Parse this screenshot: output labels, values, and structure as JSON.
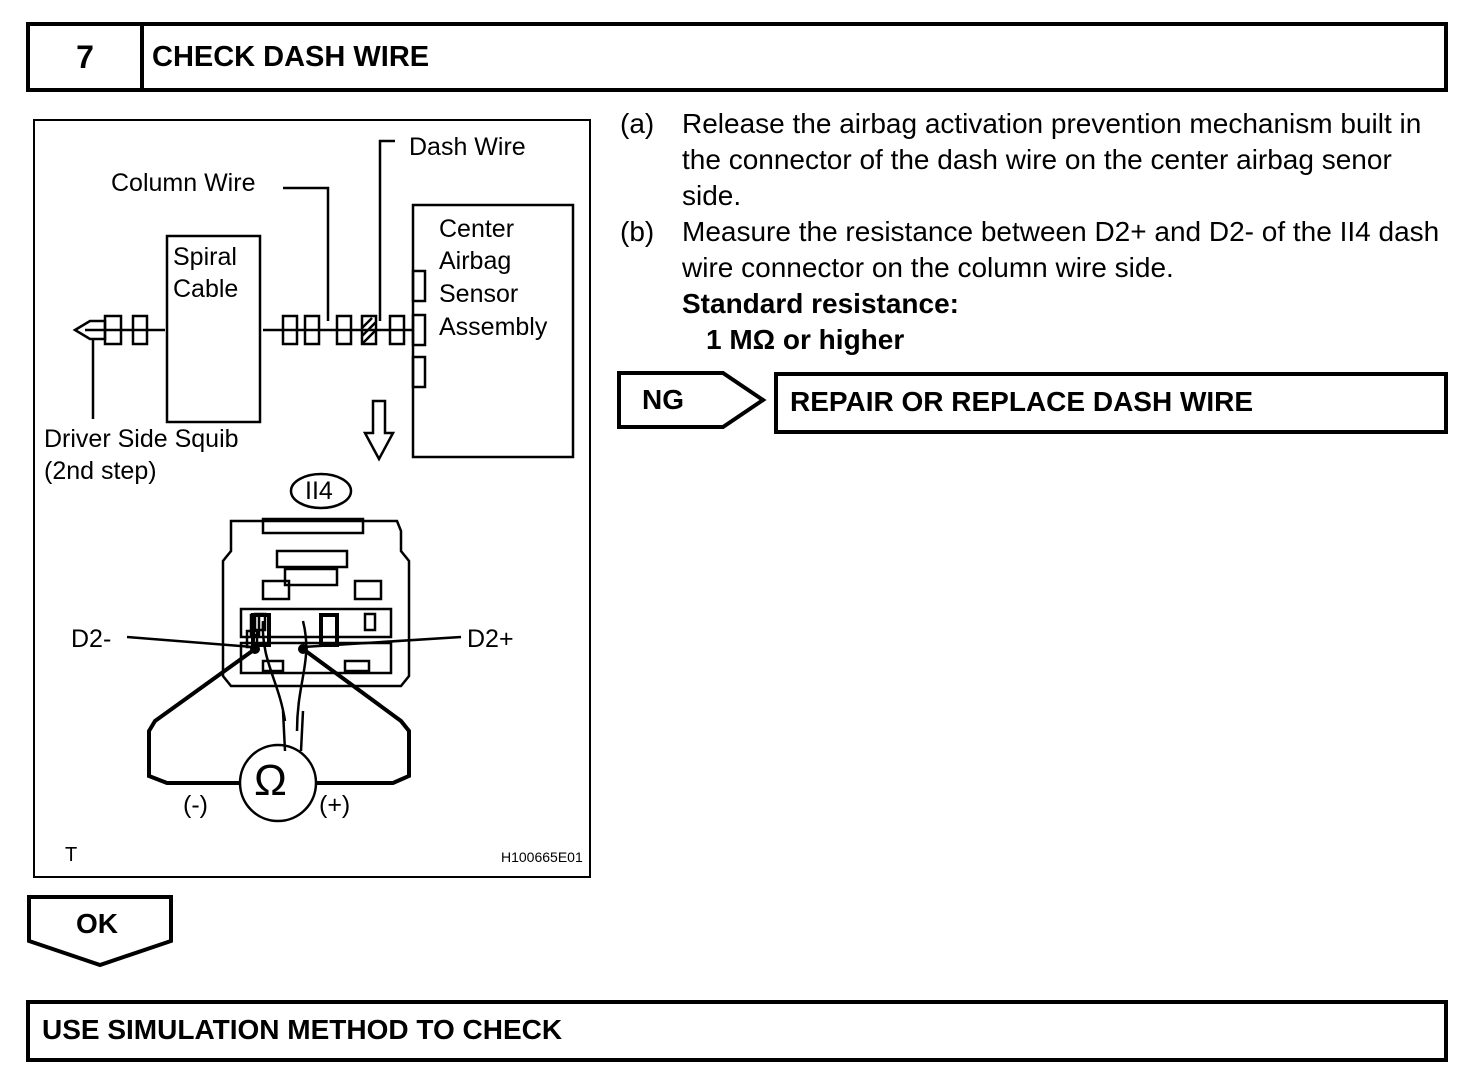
{
  "header": {
    "step_number": "7",
    "title": "CHECK DASH WIRE"
  },
  "illustration": {
    "labels": {
      "dash_wire": "Dash Wire",
      "column_wire": "Column Wire",
      "spiral_cable": [
        "Spiral",
        "Cable"
      ],
      "center_airbag_sensor": [
        "Center",
        "Airbag",
        "Sensor",
        "Assembly"
      ],
      "driver_side_squib": [
        "Driver Side Squib",
        "(2nd step)"
      ],
      "connector_id": "II4",
      "d2_minus": "D2-",
      "d2_plus": "D2+",
      "ohmmeter_symbol": "Ω",
      "negative": "(-)",
      "positive": "(+)",
      "corner_mark": "T",
      "figure_code": "H100665E01"
    }
  },
  "instructions": {
    "steps": [
      {
        "letter": "(a)",
        "text": "Release the airbag activation prevention mechanism built in the connector of the dash wire on the center airbag senor side."
      },
      {
        "letter": "(b)",
        "text": "Measure the resistance between D2+ and D2- of the II4 dash wire connector on the column wire side."
      }
    ],
    "standard_label": "Standard resistance:",
    "standard_value": "1 MΩ or higher"
  },
  "results": {
    "ng_label": "NG",
    "ng_action": "REPAIR OR REPLACE DASH WIRE",
    "ok_label": "OK",
    "ok_action": "USE SIMULATION METHOD TO CHECK"
  }
}
